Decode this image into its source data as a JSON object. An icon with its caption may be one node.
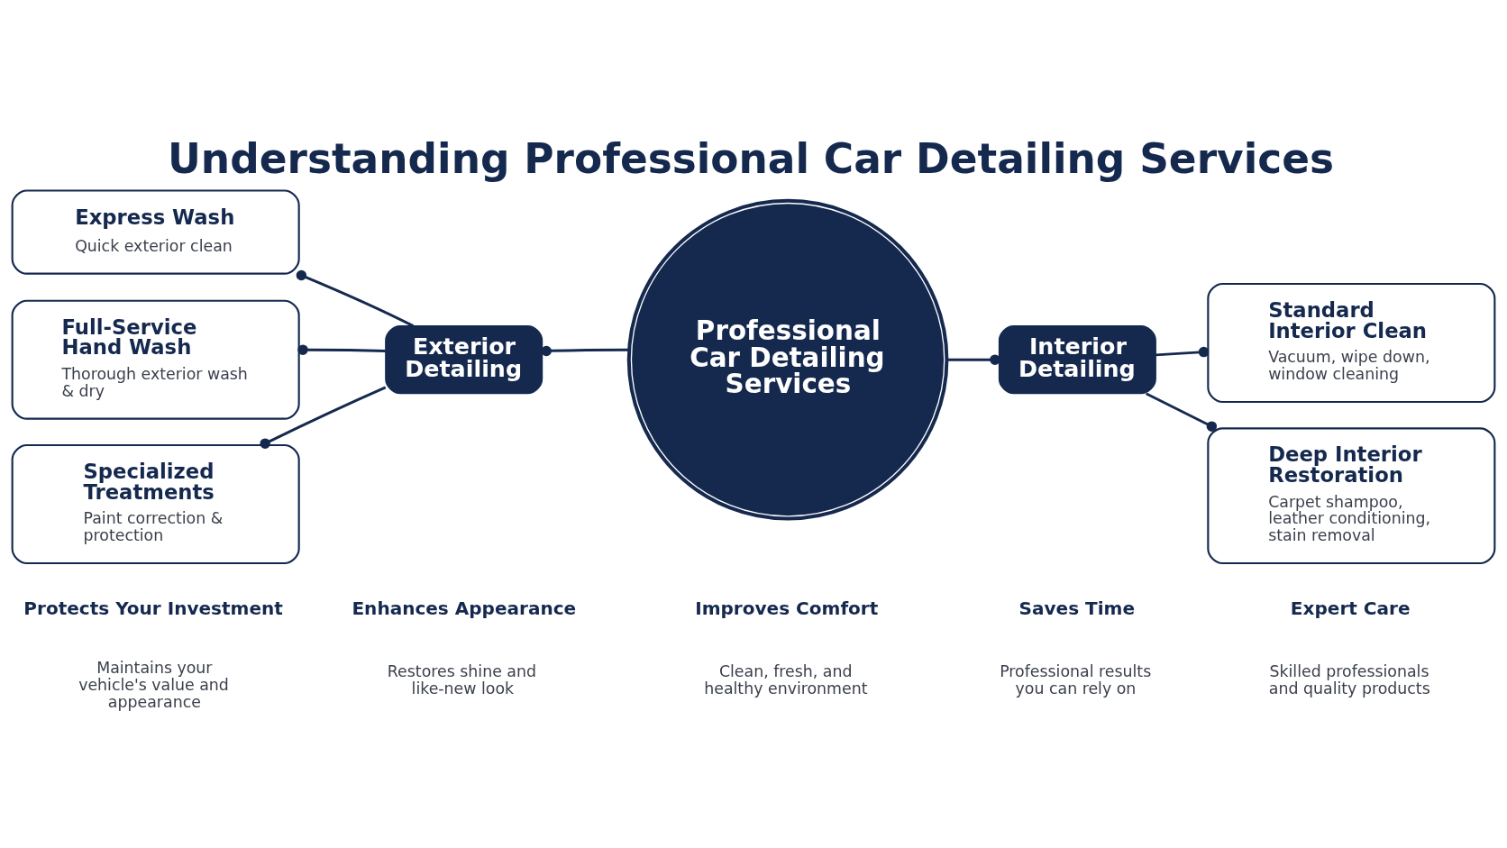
{
  "diagram": {
    "title": "Understanding Professional Car Detailing Services",
    "nodes": [
      {
        "text": [
          "Professional Car Detailing Services"
        ]
      },
      {
        "text": [
          "Exterior Detailing"
        ]
      },
      {
        "text": [
          "Interior Detailing"
        ]
      },
      {
        "text": [
          "Express Wash",
          "Quick exterior clean"
        ]
      },
      {
        "text": [
          "Full-Service Hand Wash",
          "Thorough exterior wash & dry"
        ]
      },
      {
        "text": [
          "Specialized Treatments",
          "Paint correction & protection"
        ]
      },
      {
        "text": [
          "Standard Interior Clean",
          "Vacuum, wipe down, window cleaning"
        ]
      },
      {
        "text": [
          "Deep Interior Restoration",
          "Carpet shampoo, leather conditioning, stain removal"
        ]
      }
    ],
    "edges": [
      {
        "from": 0,
        "to": 1,
        "arrow": "other"
      },
      {
        "from": 0,
        "to": 2,
        "arrow": "other"
      },
      {
        "from": 1,
        "to": 3,
        "arrow": "other"
      },
      {
        "from": 1,
        "to": 4,
        "arrow": "other"
      },
      {
        "from": 1,
        "to": 5,
        "arrow": "other"
      },
      {
        "from": 2,
        "to": 6,
        "arrow": "other"
      },
      {
        "from": 2,
        "to": 7,
        "arrow": "other"
      }
    ],
    "labels": [
      "Protects Your Investment",
      "Maintains your vehicle's value and appearance",
      "Enhances Appearance",
      "Restores shine and like-new look",
      "Improves Comfort",
      "Clean, fresh, and healthy environment",
      "Saves Time",
      "Professional results you can rely on",
      "Expert Care",
      "Skilled professionals and quality products"
    ]
  }
}
